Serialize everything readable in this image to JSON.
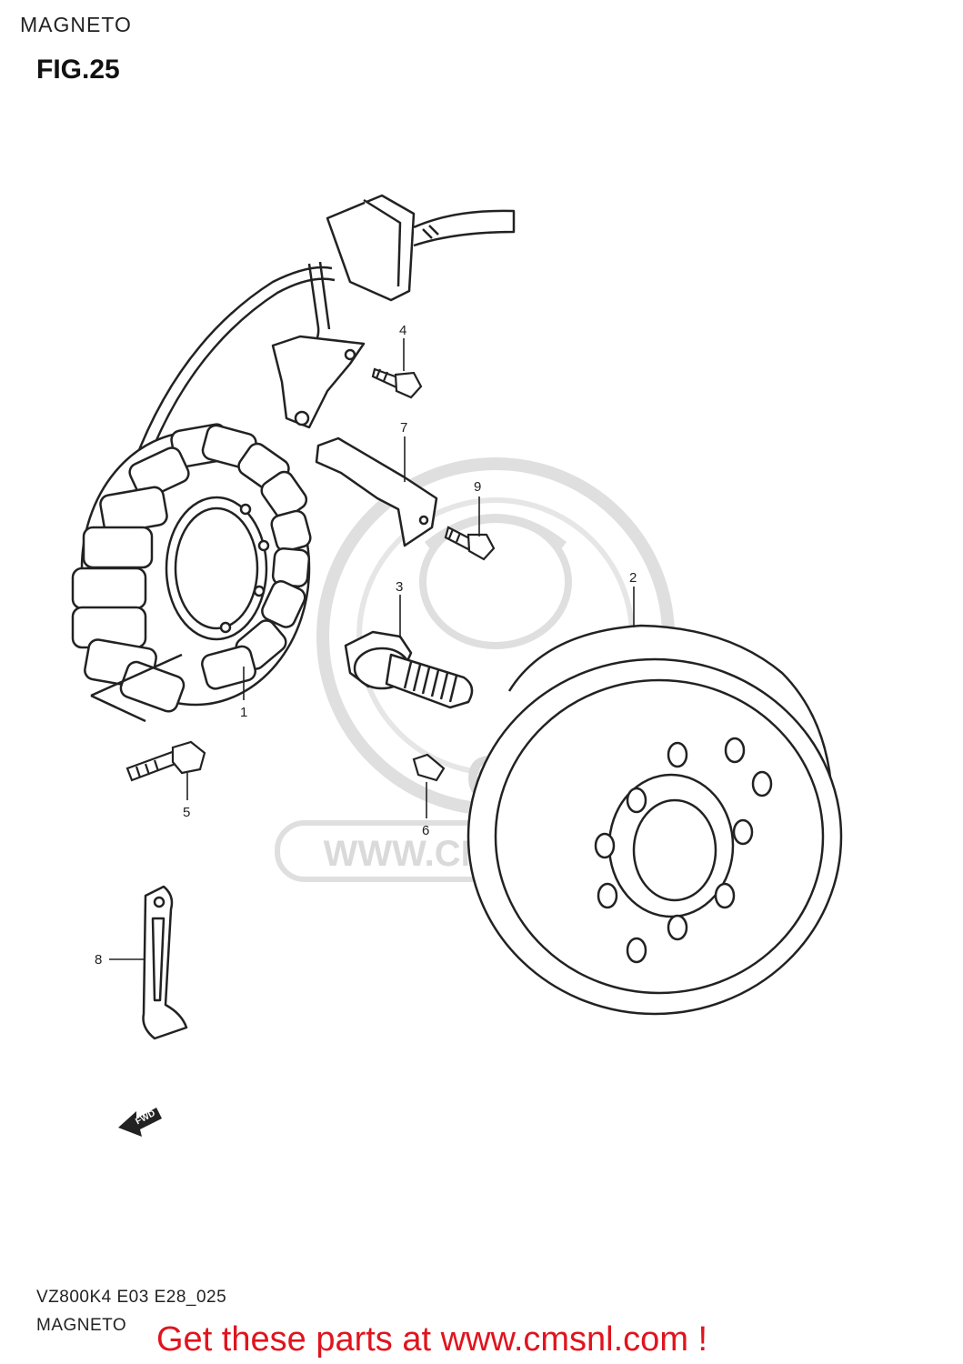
{
  "header": {
    "section": "MAGNETO",
    "figure": "FIG.25"
  },
  "footer": {
    "code": "VZ800K4 E03 E28_025",
    "caption": "MAGNETO",
    "cta": "Get these parts at www.cmsnl.com !",
    "cta_color": "#e0141e"
  },
  "watermark": {
    "logo_text": "CMS",
    "url": "WWW.CMSNL.COM",
    "color": "#d6d6d6"
  },
  "direction_badge": "FWD",
  "parts": [
    {
      "num": "1",
      "icon": "stator-coil-icon"
    },
    {
      "num": "2",
      "icon": "rotor-flywheel-icon"
    },
    {
      "num": "3",
      "icon": "rotor-bolt-icon"
    },
    {
      "num": "4",
      "icon": "clamp-bolt-icon"
    },
    {
      "num": "5",
      "icon": "stator-bolt-icon"
    },
    {
      "num": "6",
      "icon": "woodruff-key-icon"
    },
    {
      "num": "7",
      "icon": "bracket-icon"
    },
    {
      "num": "8",
      "icon": "clamp-strap-icon"
    },
    {
      "num": "9",
      "icon": "bracket-bolt-icon"
    }
  ]
}
